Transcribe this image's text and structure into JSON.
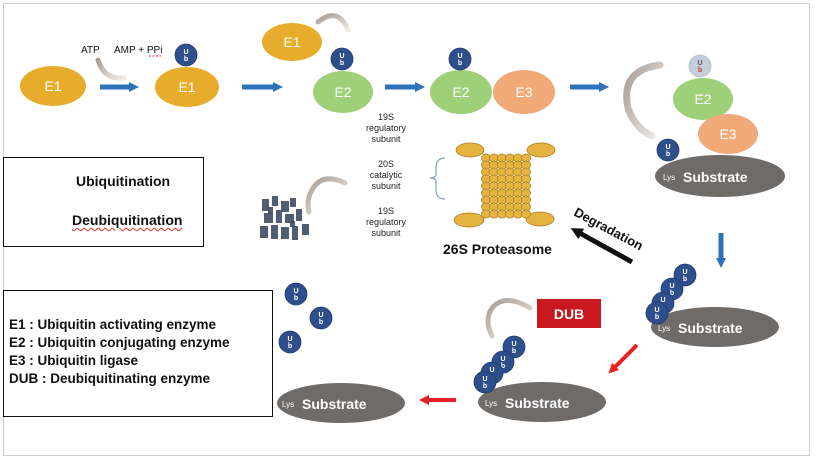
{
  "reaction": {
    "atp": "ATP",
    "amp_ppi": "AMP + PPi"
  },
  "enzymes": {
    "e1": "E1",
    "e2": "E2",
    "e3": "E3"
  },
  "ub_label": "Ub",
  "lys_label": "Lys",
  "substrate_label": "Substrate",
  "dub_label": "DUB",
  "proteasome": {
    "top_subunit": [
      "19S",
      "regulatory",
      "subunit"
    ],
    "core_subunit": [
      "20S",
      "catalytic",
      "subunit"
    ],
    "bottom_subunit": [
      "19S",
      "regulatory",
      "subunit"
    ],
    "name": "26S Proteasome"
  },
  "degradation_label": "Degradation",
  "legend": {
    "ubiquitination": "Ubiquitination",
    "deubiquitination": "Deubiquitination"
  },
  "glossary": [
    "E1 : Ubiquitin activating enzyme",
    "E2 : Ubiquitin conjugating enzyme",
    "E3 : Ubiquitin ligase",
    "DUB : Deubiquitinating enzyme"
  ],
  "colors": {
    "e1": "#e8ac2c",
    "e2": "#9ed07a",
    "e3": "#f2a978",
    "ub": "#2f4f8c",
    "substrate": "#6e6b69",
    "blue_arrow": "#2e72b8",
    "red_arrow": "#e82020",
    "dub": "#c8191f",
    "proteasome": "#e5b440"
  }
}
